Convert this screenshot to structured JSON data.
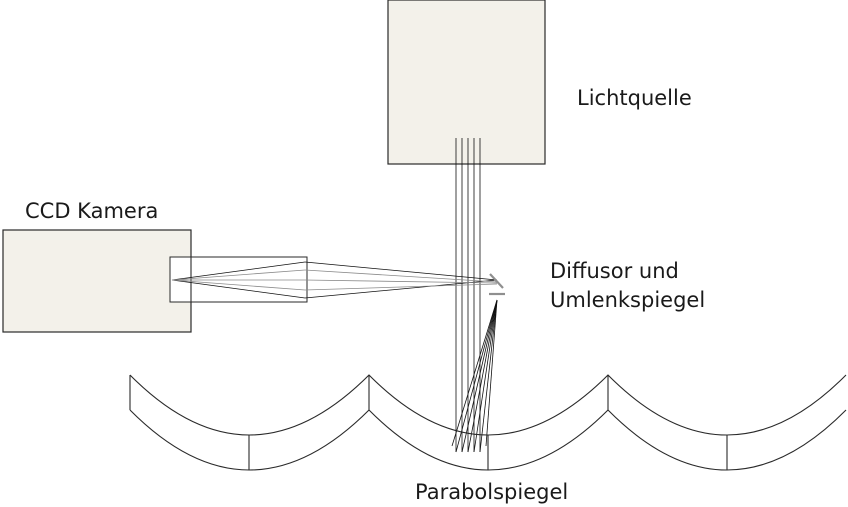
{
  "labels": {
    "light_source": "Lichtquelle",
    "ccd_camera": "CCD Kamera",
    "diffusor_line1": "Diffusor und",
    "diffusor_line2": "Umlenkspiegel",
    "parabolic_mirror": "Parabolspiegel"
  },
  "colors": {
    "component_fill": "#f3f1ea",
    "line": "#2a2a2a",
    "mirror": "#8f8f8f"
  }
}
